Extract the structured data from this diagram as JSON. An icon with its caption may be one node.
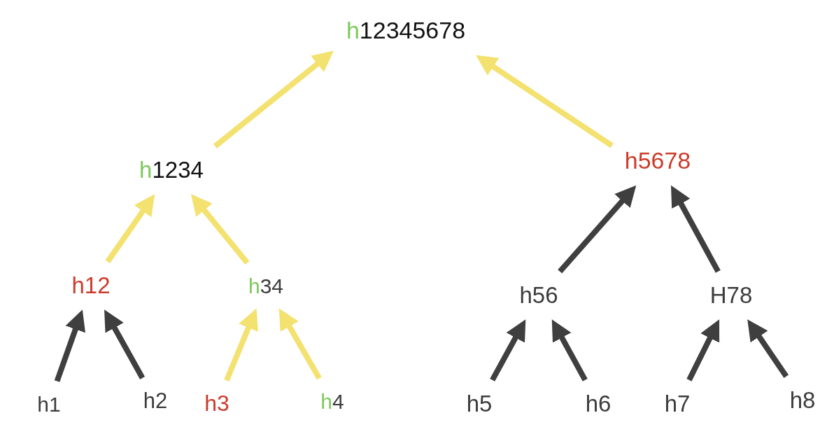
{
  "diagram": {
    "nodes": [
      {
        "text": [
          "h12345678"
        ]
      },
      {
        "text": [
          "h1234"
        ]
      },
      {
        "text": [
          "h5678"
        ]
      },
      {
        "text": [
          "h12"
        ]
      },
      {
        "text": [
          "h34"
        ]
      },
      {
        "text": [
          "h56"
        ]
      },
      {
        "text": [
          "H78"
        ]
      },
      {
        "text": [
          "h1"
        ]
      },
      {
        "text": [
          "h2"
        ]
      },
      {
        "text": [
          "h3"
        ]
      },
      {
        "text": [
          "h4"
        ]
      },
      {
        "text": [
          "h5"
        ]
      },
      {
        "text": [
          "h6"
        ]
      },
      {
        "text": [
          "h7"
        ]
      },
      {
        "text": [
          "h8"
        ]
      }
    ],
    "edges": [
      {
        "from": 1,
        "to": 0,
        "arrow": "to",
        "color": "#f3e170"
      },
      {
        "from": 2,
        "to": 0,
        "arrow": "to",
        "color": "#f3e170"
      },
      {
        "from": 3,
        "to": 1,
        "arrow": "to",
        "color": "#f3e170"
      },
      {
        "from": 4,
        "to": 1,
        "arrow": "to",
        "color": "#f3e170"
      },
      {
        "from": 5,
        "to": 2,
        "arrow": "to"
      },
      {
        "from": 6,
        "to": 2,
        "arrow": "to"
      },
      {
        "from": 7,
        "to": 3,
        "arrow": "to"
      },
      {
        "from": 8,
        "to": 3,
        "arrow": "to"
      },
      {
        "from": 9,
        "to": 4,
        "arrow": "to",
        "color": "#f3e170"
      },
      {
        "from": 10,
        "to": 4,
        "arrow": "to",
        "color": "#f3e170"
      },
      {
        "from": 11,
        "to": 5,
        "arrow": "to"
      },
      {
        "from": 12,
        "to": 5,
        "arrow": "to"
      },
      {
        "from": 13,
        "to": 6,
        "arrow": "to"
      },
      {
        "from": 14,
        "to": 6,
        "arrow": "to"
      }
    ]
  }
}
